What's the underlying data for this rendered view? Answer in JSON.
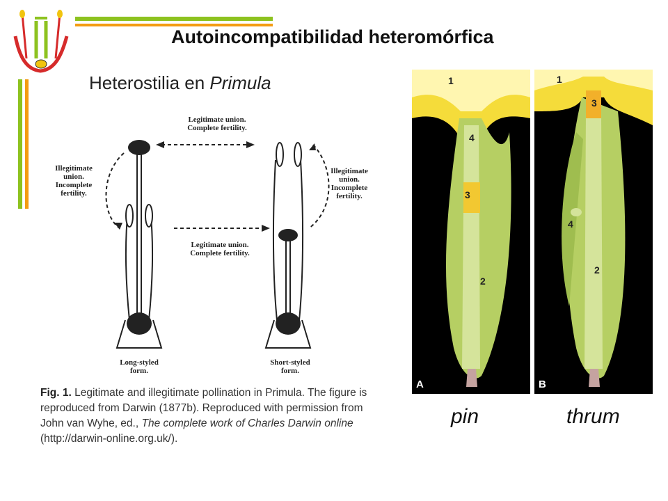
{
  "header": {
    "title": "Autoincompatibilidad heteromórfica",
    "subtitle_prefix": "Heterostilia en ",
    "subtitle_italic": "Primula",
    "accent_green": "#8dc21f",
    "accent_orange": "#f39c12",
    "accent_red": "#d62b2b"
  },
  "diagram": {
    "top_label": "Legitimate union.\nComplete fertility.",
    "left_label": "Illegitimate\nunion.\nIncomplete\nfertility.",
    "right_label": "Illegitimate\nunion.\nIncomplete\nfertility.",
    "middle_label": "Legitimate union.\nComplete fertility.",
    "long_form": "Long-styled\nform.",
    "short_form": "Short-styled\nform."
  },
  "caption": {
    "fig_label": "Fig. 1.",
    "text1": " Legitimate and illegitimate pollination in Primula. The figure is reproduced from Darwin (1877b). Reproduced with permission from John van Wyhe, ed., ",
    "italic": "The complete work of Charles Darwin online",
    "text2": " (http://darwin-online.org.uk/)."
  },
  "photos": {
    "left": {
      "letter": "A",
      "labels": [
        "1",
        "4",
        "3",
        "2"
      ],
      "caption": "pin"
    },
    "right": {
      "letter": "B",
      "labels": [
        "1",
        "3",
        "4",
        "2"
      ],
      "caption": "thrum"
    }
  }
}
